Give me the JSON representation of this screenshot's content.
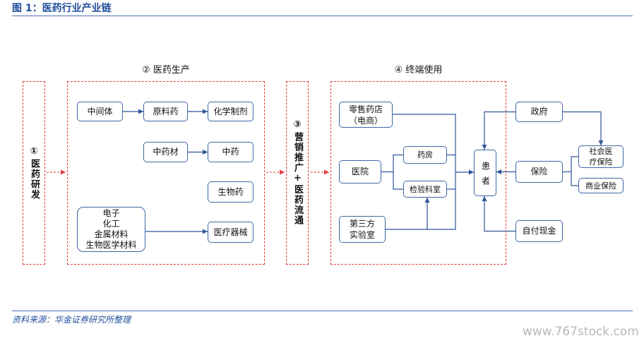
{
  "figure": {
    "title": "图 1：医药行业产业链"
  },
  "stages": {
    "research": {
      "number": "①",
      "label": "医药研发"
    },
    "production": {
      "number": "②",
      "label": "医药生产"
    },
    "distribution": {
      "number": "③",
      "label": "营销推广+医药流通"
    },
    "terminal": {
      "number": "④",
      "label": "终端使用"
    }
  },
  "production": {
    "intermediates": "中间体",
    "api": "原料药",
    "chemical": "化学制剂",
    "tcm_herbs": "中药材",
    "tcm": "中药",
    "biologics": "生物药",
    "materials": [
      "电子",
      "化工",
      "金属材料",
      "生物医学材料"
    ],
    "devices": "医疗器械"
  },
  "terminal": {
    "retail": [
      "零售药店",
      "（电商）"
    ],
    "hospital": "医院",
    "pharmacy": "药房",
    "lab_dept": "检验科室",
    "third_party_lab": [
      "第三方",
      "实验室"
    ],
    "patient": "患者"
  },
  "payers": {
    "government": "政府",
    "insurance": "保险",
    "social_insurance": [
      "社会医",
      "疗保险"
    ],
    "commercial_insurance": "商业保险",
    "self_pay": "自付现金"
  },
  "footer": {
    "source": "资料来源：华金证券研究所整理",
    "watermark": "www.767stock.com"
  },
  "colors": {
    "title": "#1f4e9a",
    "rule": "#4a72b5",
    "stage": "#e5393b",
    "node": "#3b67a3",
    "connector": "#2f5597",
    "source": "#1f4e9a",
    "watermark": "#b8b8b8"
  }
}
